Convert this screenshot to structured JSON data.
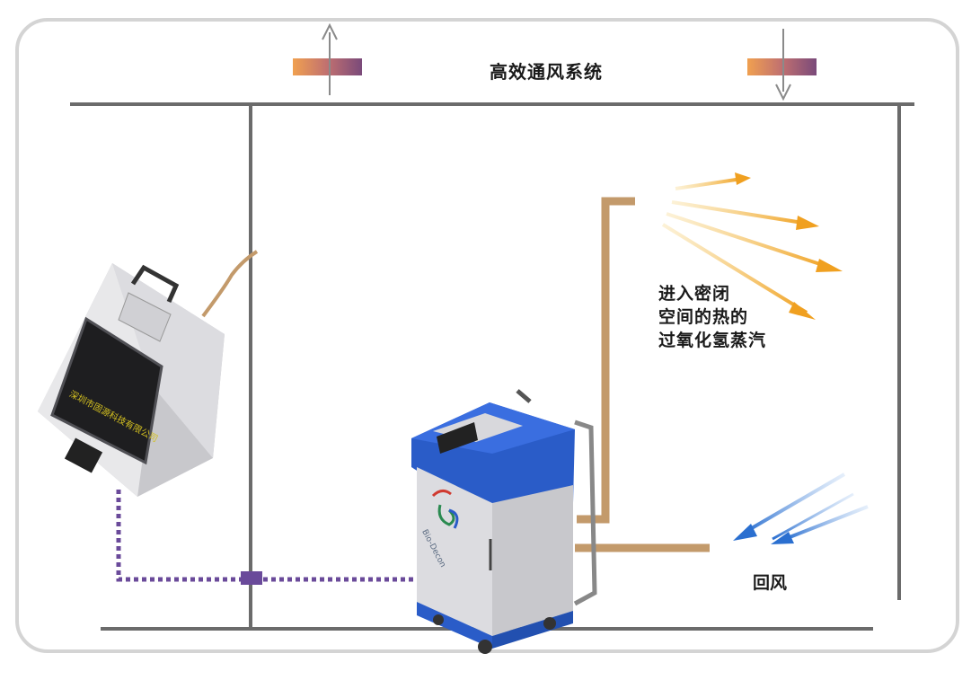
{
  "labels": {
    "ventilation_system": "高效通风系统",
    "vapor_entering": "进入密闭\n空间的热的\n过氧化氢蒸汽",
    "return_air": "回风"
  },
  "devices": {
    "monitor_screen_text": "深圳市固源科技有限公司",
    "machine_brand": "Bio-Decon"
  },
  "colors": {
    "wall": "#6b6b6b",
    "duct": "#c39a6b",
    "cable": "#6a4a9a",
    "vapor_arrows": "#f0a020",
    "return_arrows": "#2a6fd0",
    "machine_blue": "#2a5cc8"
  }
}
